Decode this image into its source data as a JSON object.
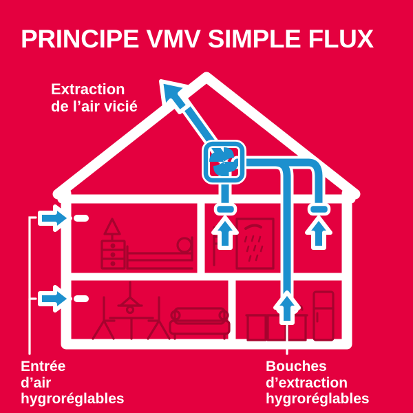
{
  "colors": {
    "background": "#E4003F",
    "white": "#FFFFFF",
    "duct_blue": "#1C90CE",
    "arrow_blue": "#1C90CE",
    "furniture_outline": "#A6032E"
  },
  "title": {
    "text": "PRINCIPE VMV SIMPLE FLUX"
  },
  "labels": {
    "extraction": {
      "line1": "Extraction",
      "line2": "de l’air vicié",
      "full": "Extraction\nde l’air vicié"
    },
    "air_inlet": {
      "line1": "Entrée",
      "line2": "d’air",
      "line3": "hygroréglables",
      "full": "Entrée\nd’air\nhygroréglables"
    },
    "extraction_vents": {
      "line1": "Bouches",
      "line2": "d’extraction",
      "line3": "hygroréglables",
      "full": "Bouches\nd’extraction\nhygroréglables"
    }
  },
  "diagram": {
    "house": {
      "description": "cross-section of a two-storey house with pitched roof",
      "floors": 2,
      "rooms": [
        {
          "name": "bedroom",
          "position": "upper-left",
          "furniture": [
            "lamp",
            "nightstand",
            "bed"
          ]
        },
        {
          "name": "bathroom",
          "position": "upper-right",
          "furniture": [
            "sink",
            "shower"
          ]
        },
        {
          "name": "living-room",
          "position": "lower-left",
          "furniture": [
            "pendant-lamp",
            "table",
            "chair",
            "chair",
            "sofa"
          ]
        },
        {
          "name": "kitchen",
          "position": "lower-right",
          "furniture": [
            "cabinets",
            "sink",
            "refrigerator"
          ]
        }
      ]
    },
    "vmc_unit": {
      "name": "vmc-fan-unit",
      "icon": "fan-icon",
      "location": "attic"
    },
    "exhaust": {
      "name": "stale-air-exhaust",
      "icon": "arrow-up-left-icon",
      "direction": "up-left through roof"
    },
    "air_inlets": [
      {
        "name": "air-inlet-upper",
        "icon": "arrow-right-icon",
        "wall": "left",
        "floor": "upper"
      },
      {
        "name": "air-inlet-lower",
        "icon": "arrow-right-icon",
        "wall": "left",
        "floor": "lower"
      }
    ],
    "extraction_points": [
      {
        "name": "extraction-vent-bathroom-left",
        "icon": "arrow-up-icon",
        "room": "bathroom"
      },
      {
        "name": "extraction-vent-bathroom-right",
        "icon": "arrow-up-icon",
        "room": "bathroom"
      },
      {
        "name": "extraction-vent-kitchen",
        "icon": "arrow-up-icon",
        "room": "kitchen"
      }
    ]
  }
}
